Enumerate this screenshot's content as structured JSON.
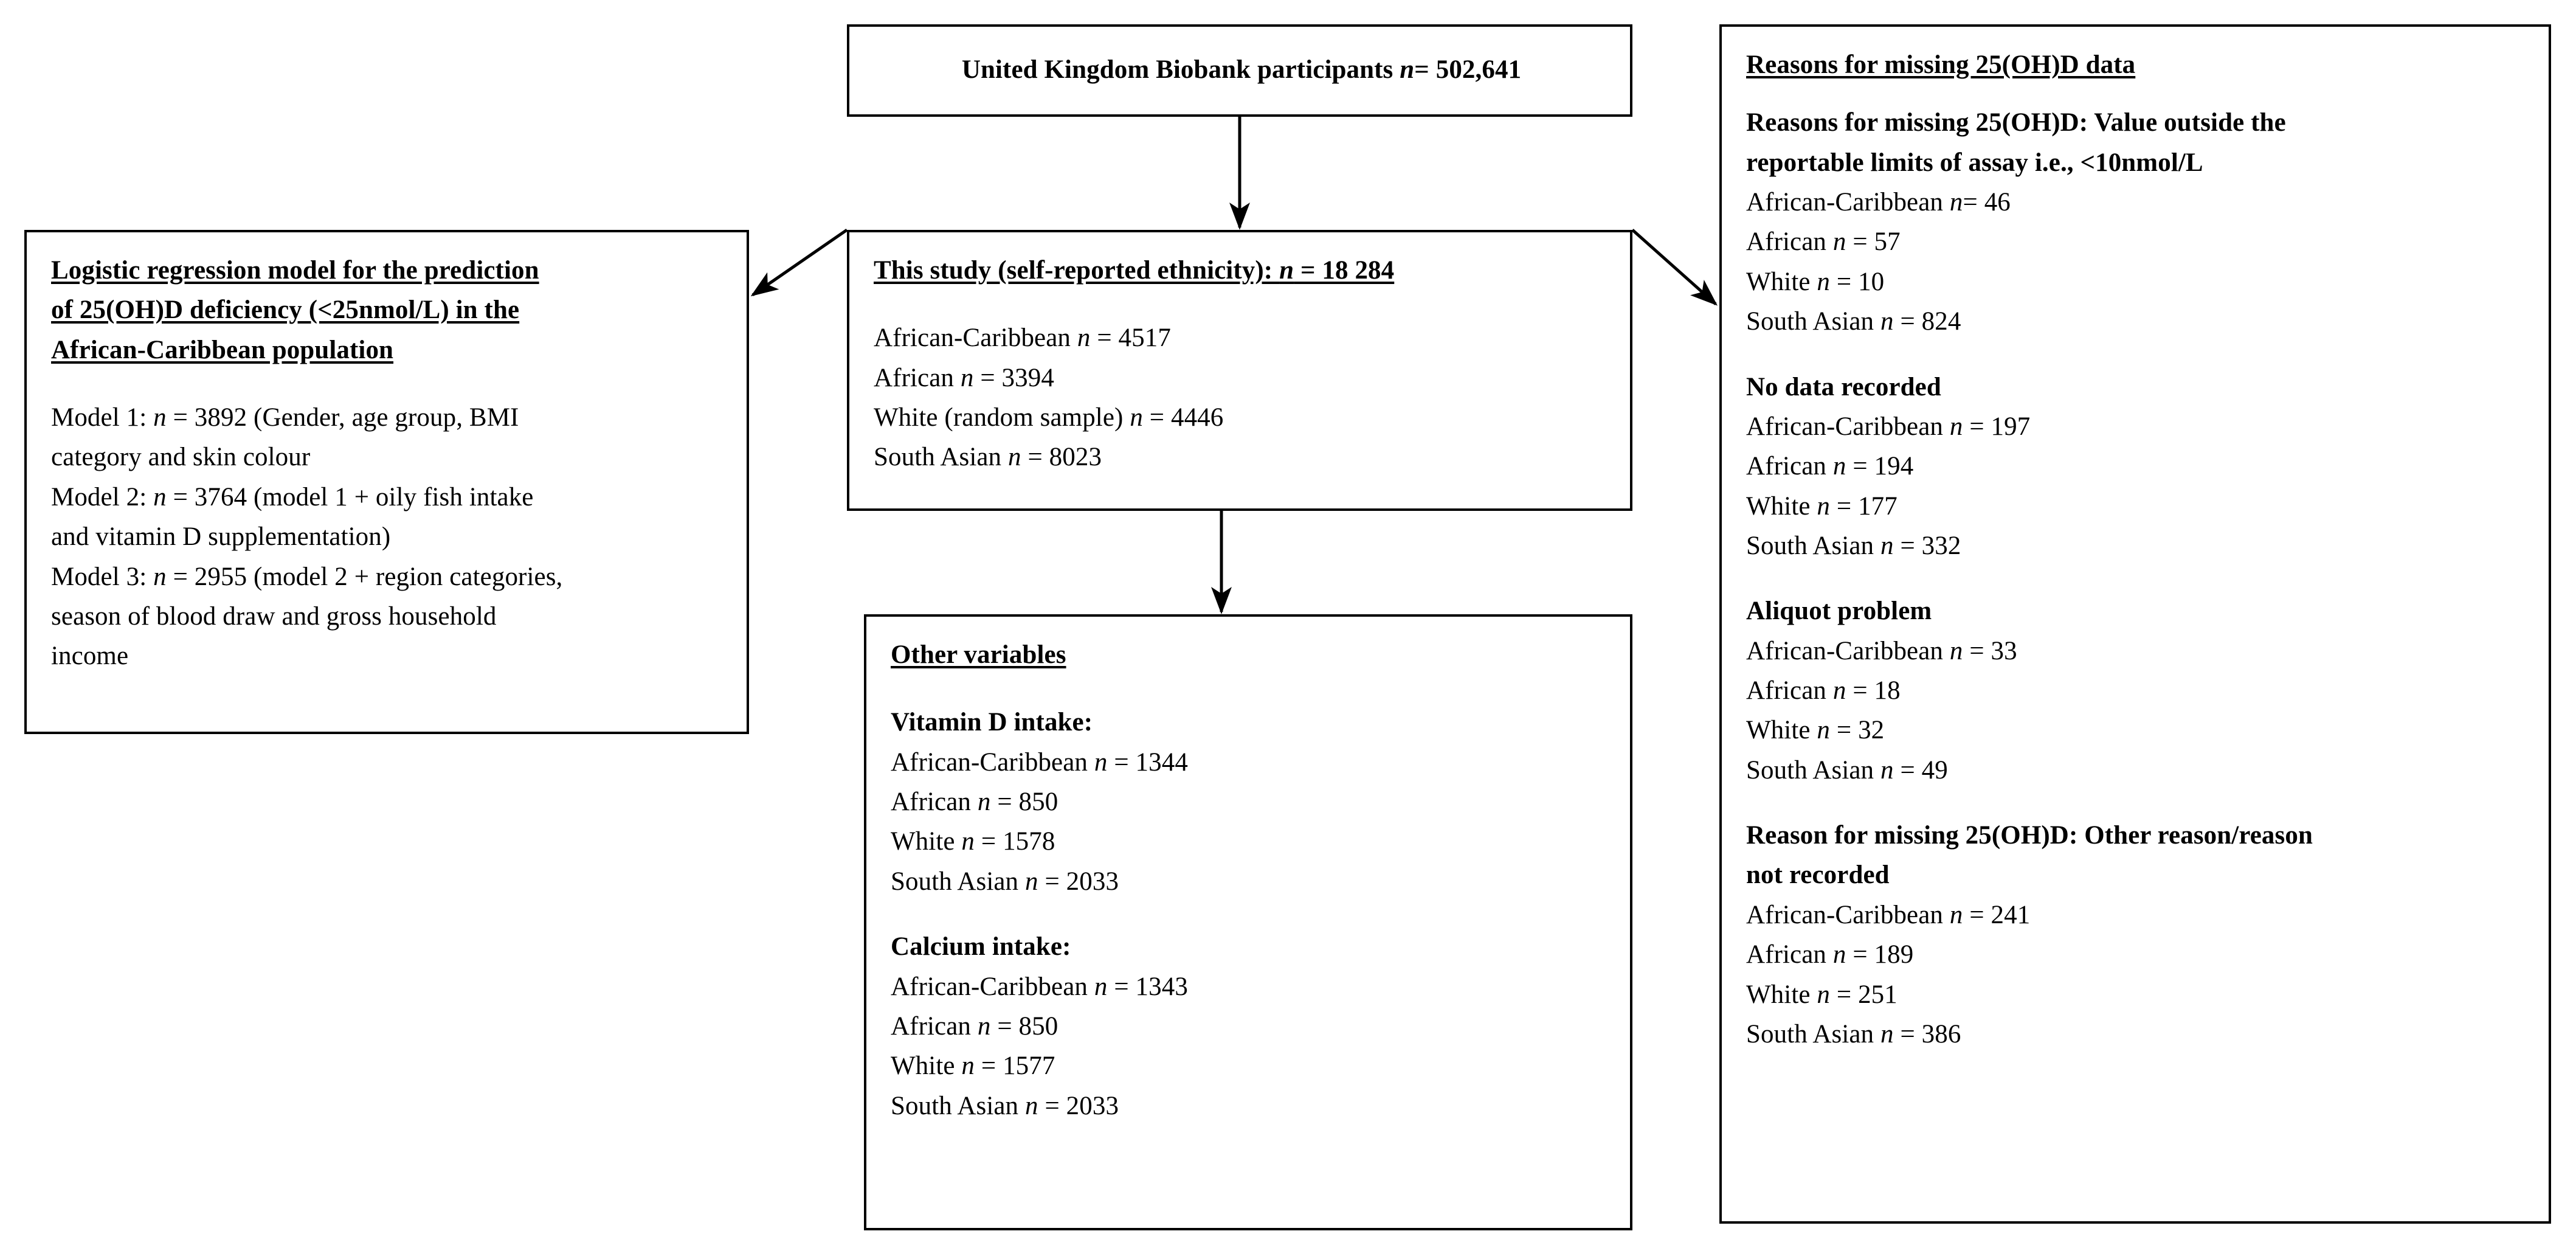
{
  "figure": {
    "type": "flowchart",
    "title": "United Kingdom Biobank study participant flow diagram"
  },
  "top_box": {
    "text": "United Kingdom Biobank participants n= 502,641",
    "label_plain": "United Kingdom Biobank participants",
    "n": "502,641"
  },
  "study_box": {
    "heading": "This study (self-reported ethnicity): n = 18 284",
    "total_n": "18 284",
    "rows": [
      "African-Caribbean n = 4517",
      "African n = 3394",
      "White (random sample) n = 4446",
      "South Asian n = 8023"
    ],
    "values": {
      "African-Caribbean": 4517,
      "African": 3394,
      "White (random sample)": 4446,
      "South Asian": 8023
    }
  },
  "left_box": {
    "heading_lines": [
      "Logistic regression model for the prediction",
      "of 25(OH)D deficiency (<25nmol/L) in the",
      "African-Caribbean population"
    ],
    "models": [
      {
        "label": "Model 1:",
        "n": "3892",
        "lines": [
          "Model 1: n = 3892 (Gender, age group, BMI",
          "category and skin colour"
        ]
      },
      {
        "label": "Model 2:",
        "n": "3764",
        "lines": [
          "Model 2: n = 3764 (model 1 + oily fish intake",
          "and vitamin D supplementation)"
        ]
      },
      {
        "label": "Model 3:",
        "n": "2955",
        "lines": [
          "Model 3: n = 2955 (model 2 + region categories,",
          "season of blood draw and gross household",
          "income"
        ]
      }
    ]
  },
  "other_box": {
    "heading": "Other variables",
    "sections": [
      {
        "title": "Vitamin D intake:",
        "rows": [
          "African-Caribbean n = 1344",
          "African n = 850",
          "White n = 1578",
          "South Asian n = 2033"
        ],
        "values": {
          "African-Caribbean": 1344,
          "African": 850,
          "White": 1578,
          "South Asian": 2033
        }
      },
      {
        "title": "Calcium intake:",
        "rows": [
          "African-Caribbean n = 1343",
          "African n = 850",
          "White n = 1577",
          "South Asian n = 2033"
        ],
        "values": {
          "African-Caribbean": 1343,
          "African": 850,
          "White": 1577,
          "South Asian": 2033
        }
      }
    ]
  },
  "missing_box": {
    "heading": "Reasons for missing 25(OH)D data",
    "sections": [
      {
        "title_lines": [
          "Reasons for missing 25(OH)D: Value outside the",
          "reportable limits of assay i.e., <10nmol/L"
        ],
        "rows": [
          "African-Caribbean n= 46",
          "African n = 57",
          "White n = 10",
          "South Asian n = 824"
        ],
        "values": {
          "African-Caribbean": 46,
          "African": 57,
          "White": 10,
          "South Asian": 824
        }
      },
      {
        "title_lines": [
          "No data recorded"
        ],
        "rows": [
          "African-Caribbean n = 197",
          "African n = 194",
          "White n = 177",
          "South Asian n = 332"
        ],
        "values": {
          "African-Caribbean": 197,
          "African": 194,
          "White": 177,
          "South Asian": 332
        }
      },
      {
        "title_lines": [
          "Aliquot problem"
        ],
        "rows": [
          "African-Caribbean n = 33",
          "African n = 18",
          "White n = 32",
          "South Asian n = 49"
        ],
        "values": {
          "African-Caribbean": 33,
          "African": 18,
          "White": 32,
          "South Asian": 49
        }
      },
      {
        "title_lines": [
          "Reason for missing 25(OH)D: Other reason/reason",
          "not recorded"
        ],
        "rows": [
          "African-Caribbean n = 241",
          "African n = 189",
          "White n = 251",
          "South Asian n = 386"
        ],
        "values": {
          "African-Caribbean": 241,
          "African": 189,
          "White": 251,
          "South Asian": 386
        }
      }
    ]
  },
  "colors": {
    "stroke": "#000000",
    "background": "#ffffff",
    "text": "#000000"
  }
}
